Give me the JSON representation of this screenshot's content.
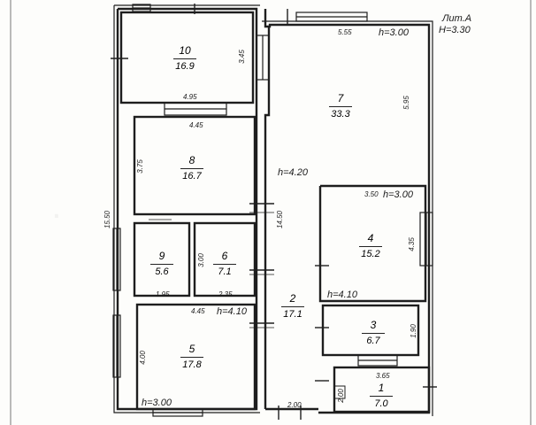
{
  "header": {
    "lit": "Лит.А",
    "height": "H=3.30"
  },
  "rooms": [
    {
      "num": "10",
      "area": "16.9"
    },
    {
      "num": "7",
      "area": "33.3"
    },
    {
      "num": "8",
      "area": "16.7"
    },
    {
      "num": "9",
      "area": "5.6"
    },
    {
      "num": "6",
      "area": "7.1"
    },
    {
      "num": "4",
      "area": "15.2"
    },
    {
      "num": "2",
      "area": "17.1"
    },
    {
      "num": "3",
      "area": "6.7"
    },
    {
      "num": "5",
      "area": "17.8"
    },
    {
      "num": "1",
      "area": "7.0"
    }
  ],
  "dimensions": {
    "d_3_45": "3.45",
    "d_4_95": "4.95",
    "d_5_55": "5.55",
    "d_5_95": "5.95",
    "d_4_45a": "4.45",
    "d_3_75": "3.75",
    "d_15_50": "15.50",
    "d_14_50": "14.50",
    "d_3_50": "3.50",
    "d_4_35": "4.35",
    "d_3_00": "3.00",
    "d_1_95": "1.95",
    "d_2_35": "2.35",
    "d_4_45b": "4.45",
    "d_4_00": "4.00",
    "d_1_90": "1.90",
    "d_3_65": "3.65",
    "d_2_00a": "2.00",
    "d_2_00b": "2.00"
  },
  "heights": {
    "h7": "h=3.00",
    "h_corr": "h=4.20",
    "h4": "h=3.00",
    "h2": "h=4.10",
    "h5a": "h=4.10",
    "h5b": "h=3.00"
  }
}
